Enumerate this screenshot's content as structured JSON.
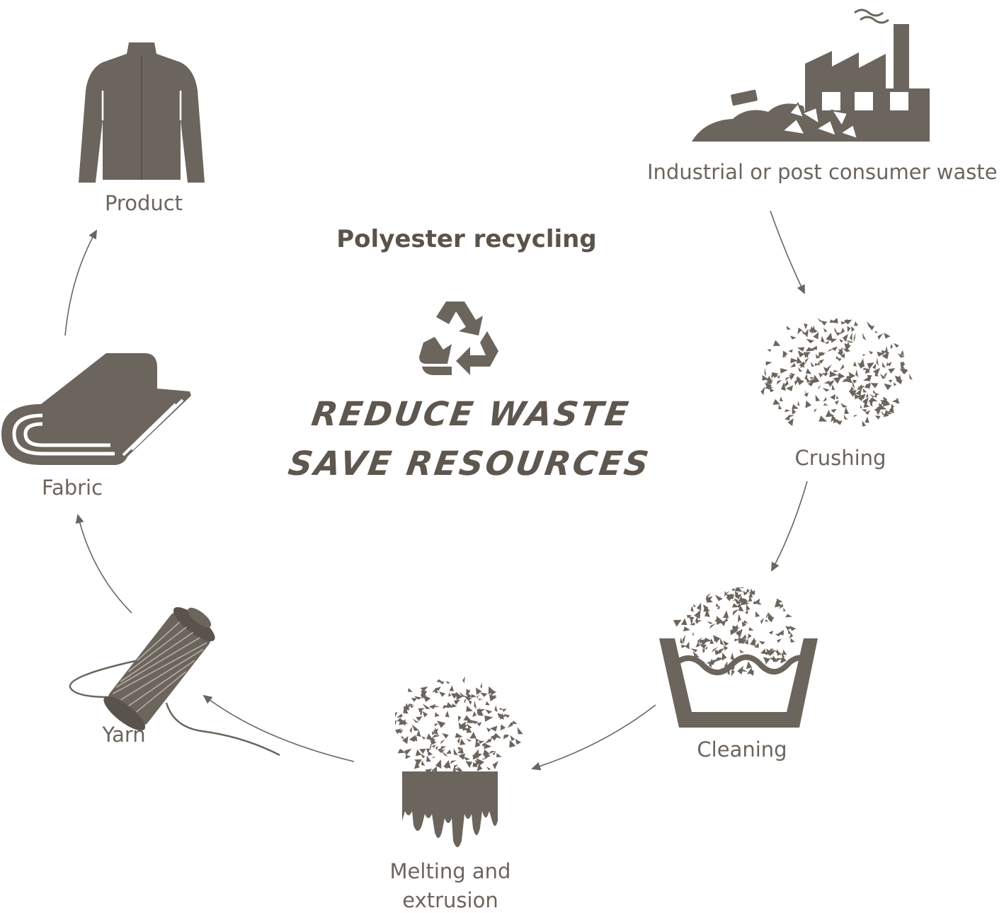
{
  "title": "Polyester recycling",
  "slogan": {
    "line1": "REDUCE WASTE",
    "line2": "SAVE RESOURCES"
  },
  "colors": {
    "ink": "#6c655d",
    "dark": "#5a534c",
    "background": "#ffffff"
  },
  "steps": [
    {
      "label": "Industrial or post consumer waste",
      "icon": "factory-icon"
    },
    {
      "label": "Crushing",
      "icon": "flakes-icon"
    },
    {
      "label": "Cleaning",
      "icon": "wash-basin-icon"
    },
    {
      "label": "Melting and",
      "label2": "extrusion",
      "icon": "melting-icon"
    },
    {
      "label": "Yarn",
      "icon": "yarn-spool-icon"
    },
    {
      "label": "Fabric",
      "icon": "fabric-roll-icon"
    },
    {
      "label": "Product",
      "icon": "jacket-icon"
    }
  ],
  "center_icon": "recycle-icon"
}
